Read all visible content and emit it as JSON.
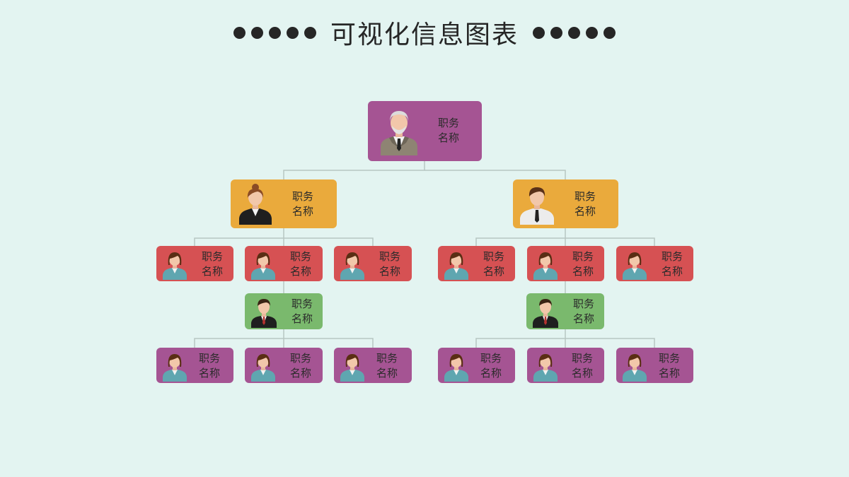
{
  "title": "可视化信息图表",
  "nodes": {
    "top": {
      "line1": "职务",
      "line2": "名称"
    },
    "left_manager": {
      "line1": "职务",
      "line2": "名称"
    },
    "right_manager": {
      "line1": "职务",
      "line2": "名称"
    },
    "left_staff": [
      {
        "line1": "职务",
        "line2": "名称"
      },
      {
        "line1": "职务",
        "line2": "名称"
      },
      {
        "line1": "职务",
        "line2": "名称"
      }
    ],
    "right_staff": [
      {
        "line1": "职务",
        "line2": "名称"
      },
      {
        "line1": "职务",
        "line2": "名称"
      },
      {
        "line1": "职务",
        "line2": "名称"
      }
    ],
    "left_lead": {
      "line1": "职务",
      "line2": "名称"
    },
    "right_lead": {
      "line1": "职务",
      "line2": "名称"
    },
    "left_team": [
      {
        "line1": "职务",
        "line2": "名称"
      },
      {
        "line1": "职务",
        "line2": "名称"
      },
      {
        "line1": "职务",
        "line2": "名称"
      }
    ],
    "right_team": [
      {
        "line1": "职务",
        "line2": "名称"
      },
      {
        "line1": "职务",
        "line2": "名称"
      },
      {
        "line1": "职务",
        "line2": "名称"
      }
    ]
  },
  "colors": {
    "background": "#e3f4f1",
    "purple": "#a55493",
    "orange": "#eaaa3c",
    "red": "#d65153",
    "green": "#7ab96d",
    "connector": "#b8c6c2"
  }
}
